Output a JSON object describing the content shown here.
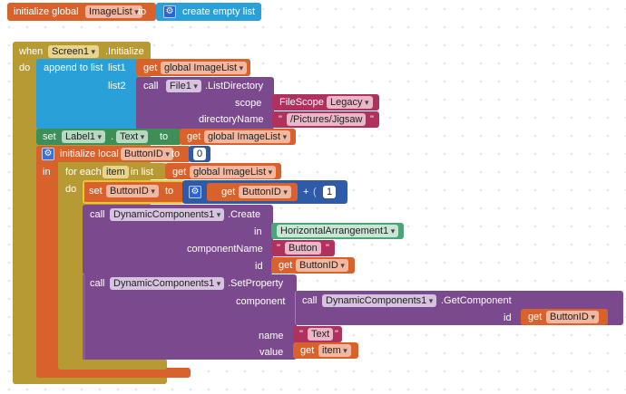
{
  "top": {
    "initialize_global": "initialize global",
    "var_name": "ImageList",
    "to": "to",
    "create_empty_list": "create empty list"
  },
  "event": {
    "when": "when",
    "component": "Screen1",
    "event_name": ".Initialize",
    "do": "do"
  },
  "append": {
    "label": "append to list",
    "list1": "list1",
    "list2": "list2",
    "get": "get",
    "global_image_list": "global ImageList",
    "call": "call",
    "file_component": "File1",
    "list_directory": ".ListDirectory",
    "scope": "scope",
    "filescope": "FileScope",
    "legacy": "Legacy",
    "directory_name": "directoryName",
    "path_open": "\"",
    "path": "/Pictures/Jigsaw",
    "path_close": "\""
  },
  "set_label": {
    "set": "set",
    "component": "Label1",
    "property": "Text",
    "to": "to",
    "get": "get",
    "value": "global ImageList"
  },
  "local": {
    "initialize_local": "initialize local",
    "var_name": "ButtonID",
    "to": "to",
    "value": "0",
    "in": "in"
  },
  "foreach": {
    "for_each": "for each",
    "item": "item",
    "in_list": "in list",
    "get": "get",
    "list": "global ImageList",
    "do": "do"
  },
  "set_button": {
    "set": "set",
    "var": "ButtonID",
    "to": "to",
    "get": "get",
    "get_var": "ButtonID",
    "plus": "+",
    "one": "1"
  },
  "create_call": {
    "call": "call",
    "component": "DynamicComponents1",
    "method": ".Create",
    "in": "in",
    "arrangement": "HorizontalArrangement1",
    "component_name": "componentName",
    "button_open": "\"",
    "button": "Button",
    "button_close": "\"",
    "id": "id",
    "get": "get",
    "id_var": "ButtonID"
  },
  "setprop_call": {
    "call": "call",
    "component": "DynamicComponents1",
    "method": ".SetProperty",
    "component_label": "component",
    "inner_call": "call",
    "inner_component": "DynamicComponents1",
    "inner_method": ".GetComponent",
    "id": "id",
    "get": "get",
    "id_var": "ButtonID",
    "name": "name",
    "text_open": "\"",
    "text": "Text",
    "text_close": "\"",
    "value": "value",
    "get2": "get",
    "item": "item"
  }
}
